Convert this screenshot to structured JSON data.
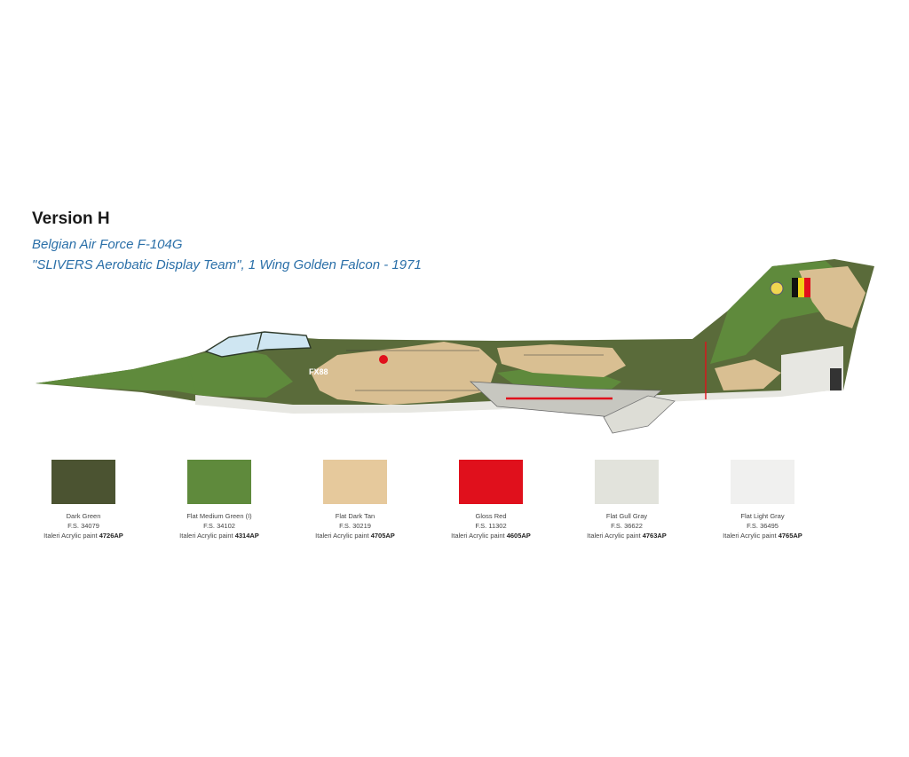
{
  "version": {
    "title": "Version H",
    "subtitle_line1": "Belgian Air Force F-104G",
    "subtitle_line2": "\"SLIVERS Aerobatic Display Team\", 1 Wing Golden Falcon - 1971"
  },
  "aircraft": {
    "code": "FX88",
    "colors": {
      "dark_green": "#4f5a33",
      "medium_green": "#5f8a3c",
      "tan": "#d9bf92",
      "red": "#e0101c",
      "light_gray": "#e7e7e2"
    }
  },
  "swatches": [
    {
      "color": "#4b5331",
      "name": "Dark Green",
      "fs": "F.S. 34079",
      "paint_prefix": "Italeri Acrylic paint",
      "paint_code": "4726AP"
    },
    {
      "color": "#5f8a3c",
      "name": "Flat Medium Green (I)",
      "fs": "F.S. 34102",
      "paint_prefix": "Italeri Acrylic paint",
      "paint_code": "4314AP"
    },
    {
      "color": "#e6c99c",
      "name": "Flat Dark Tan",
      "fs": "F.S. 30219",
      "paint_prefix": "Italeri Acrylic paint",
      "paint_code": "4705AP"
    },
    {
      "color": "#e0101c",
      "name": "Gloss Red",
      "fs": "F.S. 11302",
      "paint_prefix": "Italeri Acrylic paint",
      "paint_code": "4605AP"
    },
    {
      "color": "#e2e3dc",
      "name": "Flat Gull Gray",
      "fs": "F.S. 36622",
      "paint_prefix": "Italeri Acrylic paint",
      "paint_code": "4763AP"
    },
    {
      "color": "#f0f0ef",
      "name": "Flat Light Gray",
      "fs": "F.S. 36495",
      "paint_prefix": "Italeri Acrylic paint",
      "paint_code": "4765AP"
    }
  ]
}
